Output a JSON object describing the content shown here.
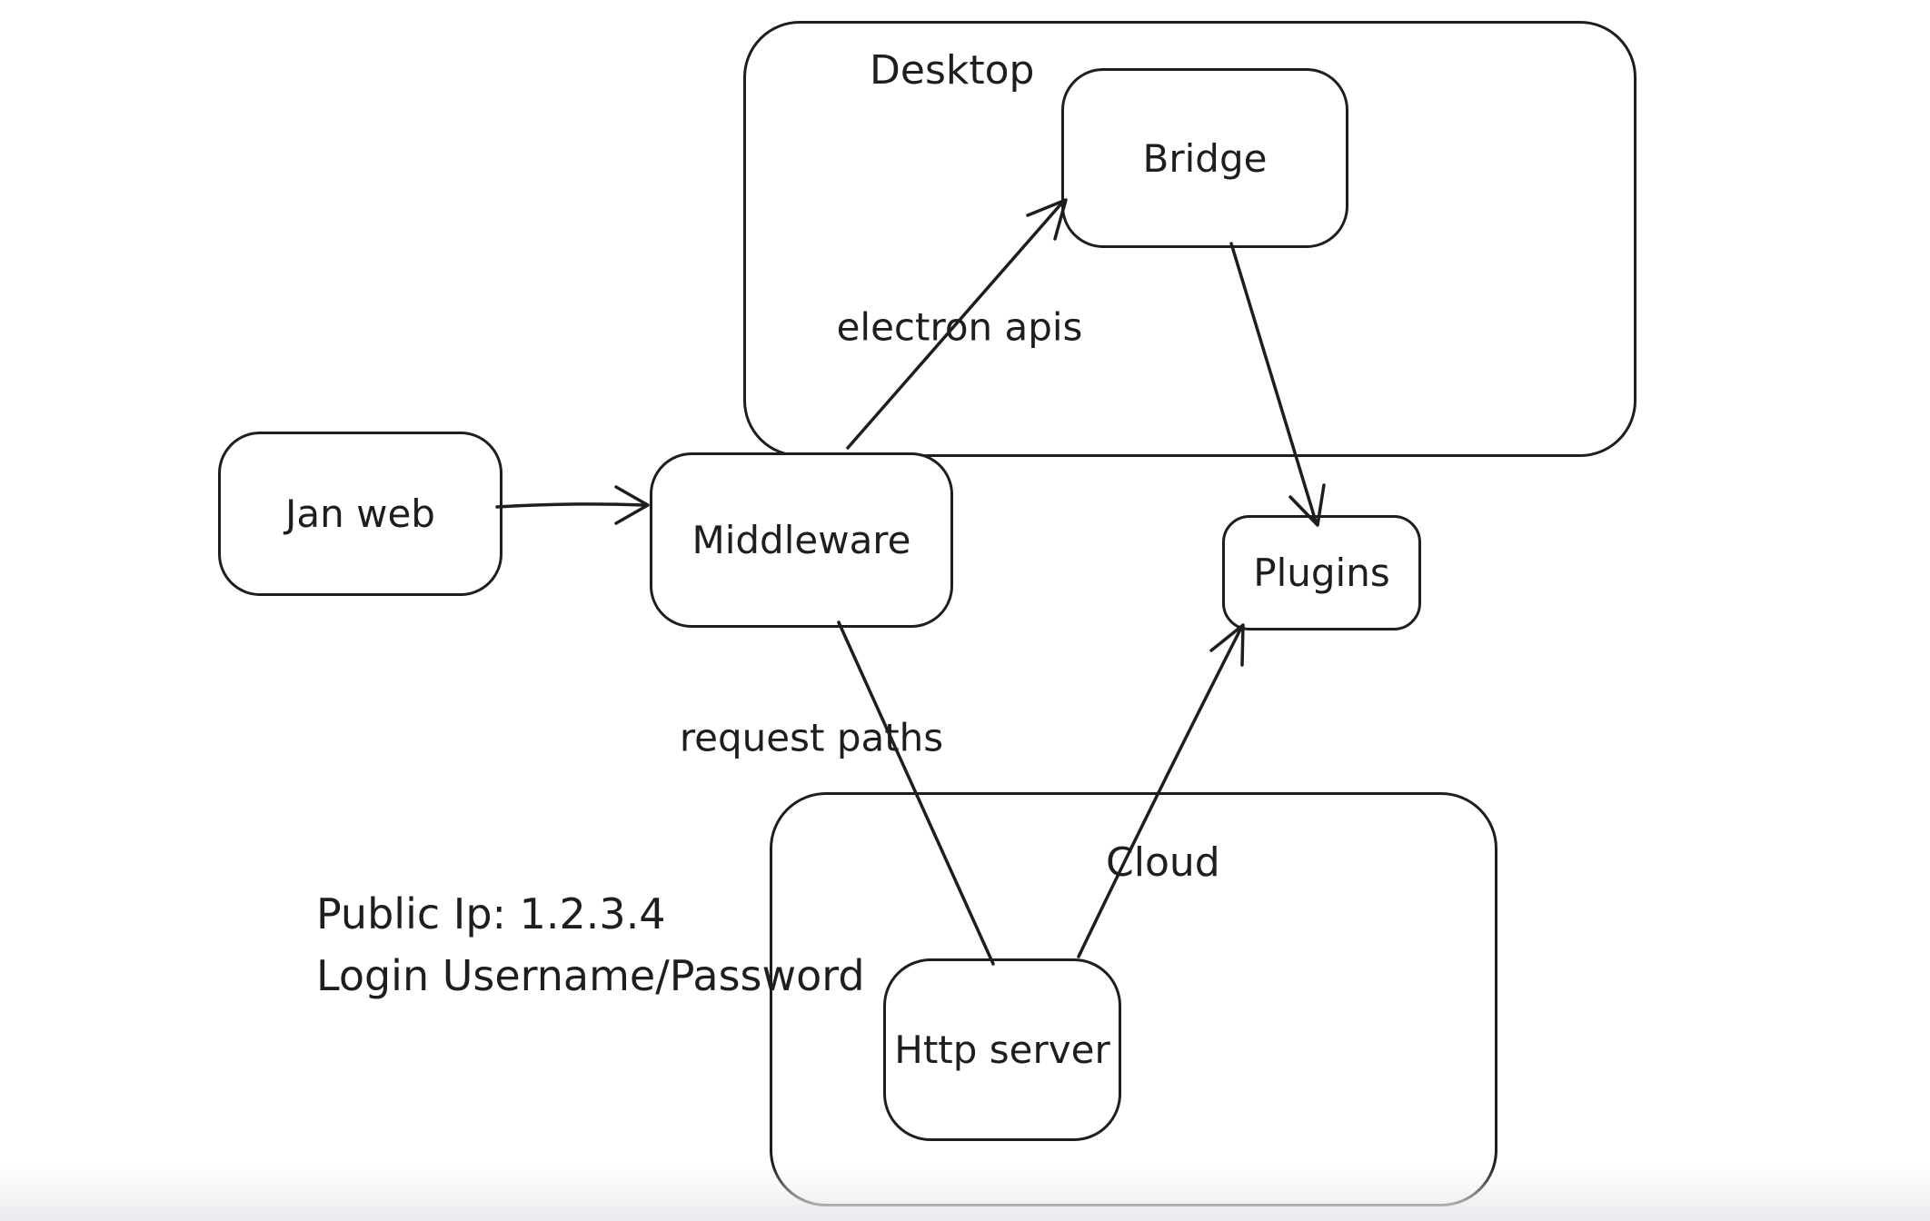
{
  "canvas": {
    "background": "#ffffff",
    "stroke": "#1e1e1e",
    "bottom_fade": "#e9ebee"
  },
  "containers": [
    {
      "id": "desktop",
      "label": "Desktop"
    },
    {
      "id": "cloud",
      "label": "Cloud"
    }
  ],
  "nodes": [
    {
      "id": "jan-web",
      "label": "Jan web"
    },
    {
      "id": "middleware",
      "label": "Middleware"
    },
    {
      "id": "bridge",
      "label": "Bridge"
    },
    {
      "id": "plugins",
      "label": "Plugins"
    },
    {
      "id": "http-server",
      "label": "Http server"
    }
  ],
  "edges": [
    {
      "from": "Jan web",
      "to": "Middleware",
      "label": ""
    },
    {
      "from": "Middleware",
      "to": "Bridge",
      "label": "electron apis"
    },
    {
      "from": "Bridge",
      "to": "Plugins",
      "label": ""
    },
    {
      "from": "Middleware",
      "to": "Http server",
      "label": "request paths"
    },
    {
      "from": "Http server",
      "to": "Plugins",
      "label": ""
    }
  ],
  "annotation": {
    "line1": "Public Ip: 1.2.3.4",
    "line2": "Login Username/Password"
  }
}
